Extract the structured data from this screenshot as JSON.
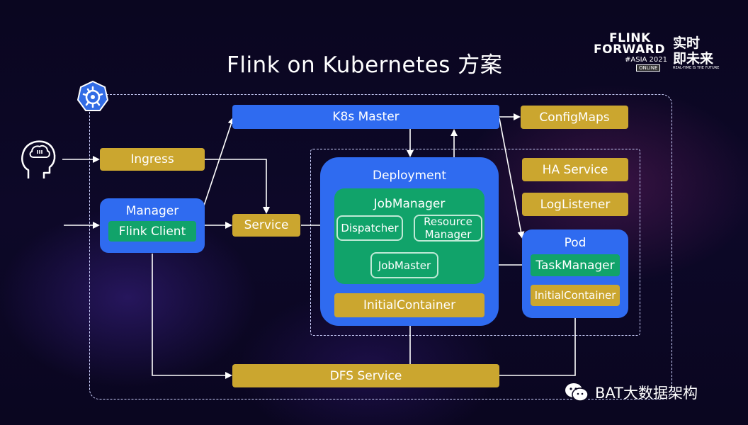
{
  "title": "Flink on Kubernetes 方案",
  "logo": {
    "line1": "FLINK",
    "line2": "FORWARD",
    "line3": "#ASIA 2021",
    "badge": "ONLINE",
    "cn1": "实时",
    "cn2": "即未来",
    "tagline": "REAL-TIME IS THE FUTURE"
  },
  "nodes": {
    "k8s_master": "K8s Master",
    "configmaps": "ConfigMaps",
    "ingress": "Ingress",
    "manager": "Manager",
    "flink_client": "Flink Client",
    "service": "Service",
    "deployment": "Deployment",
    "jobmanager": "JobManager",
    "dispatcher": "Dispatcher",
    "resource_manager_1": "Resource",
    "resource_manager_2": "Manager",
    "jobmaster": "JobMaster",
    "initial_container_deploy": "InitialContainer",
    "ha_service": "HA Service",
    "loglistener": "LogListener",
    "pod": "Pod",
    "taskmanager": "TaskManager",
    "initial_container_pod": "InitialContainer",
    "dfs_service": "DFS Service"
  },
  "watermark": "BAT大数据架构",
  "colors": {
    "blue": "#2f6bf0",
    "gold": "#cba62f",
    "green": "#11a36a"
  },
  "icons": [
    "kubernetes-icon",
    "user-head-icon",
    "wechat-icon"
  ]
}
